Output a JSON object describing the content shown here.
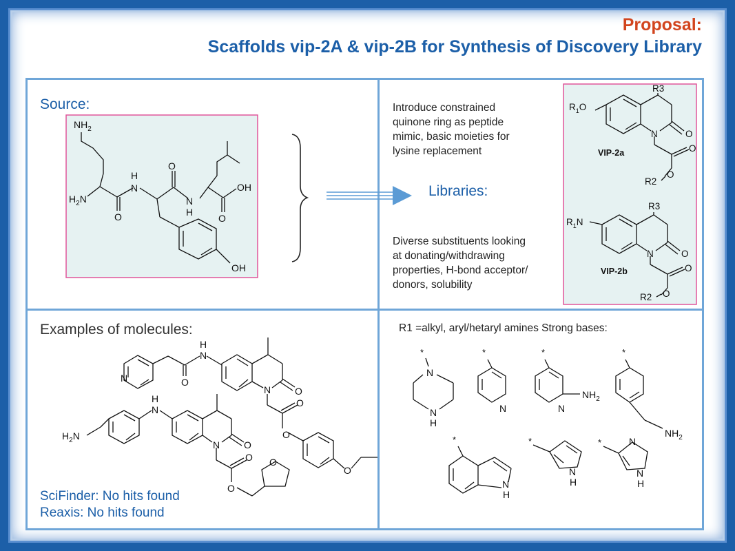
{
  "header": {
    "title": "Proposal:",
    "subtitle": "Scaffolds vip-2A & vip-2B for Synthesis of Discovery Library"
  },
  "source": {
    "label": "Source:"
  },
  "rationale": {
    "top": [
      "Introduce constrained",
      "quinone ring as peptide",
      "mimic, basic moieties for",
      "lysine replacement"
    ],
    "libraries_label": "Libraries:",
    "bottom": [
      "Diverse substituents looking",
      "at donating/withdrawing",
      "properties, H-bond acceptor/",
      "donors, solubility"
    ]
  },
  "scaffolds": {
    "a_name": "VIP-2a",
    "b_name": "VIP-2b"
  },
  "examples": {
    "label": "Examples of molecules:"
  },
  "search": {
    "scifinder": "SciFinder: No hits found",
    "reaxis": "Reaxis: No hits found"
  },
  "r1": {
    "label": "R1 =alkyl, aryl/hetaryl amines Strong bases:"
  },
  "colors": {
    "brand_blue": "#1c5fa8",
    "accent_red": "#d2451e",
    "panel_fill": "#e6f2f2",
    "panel_border": "#e0559a",
    "grid_line": "#6fa6d8"
  }
}
